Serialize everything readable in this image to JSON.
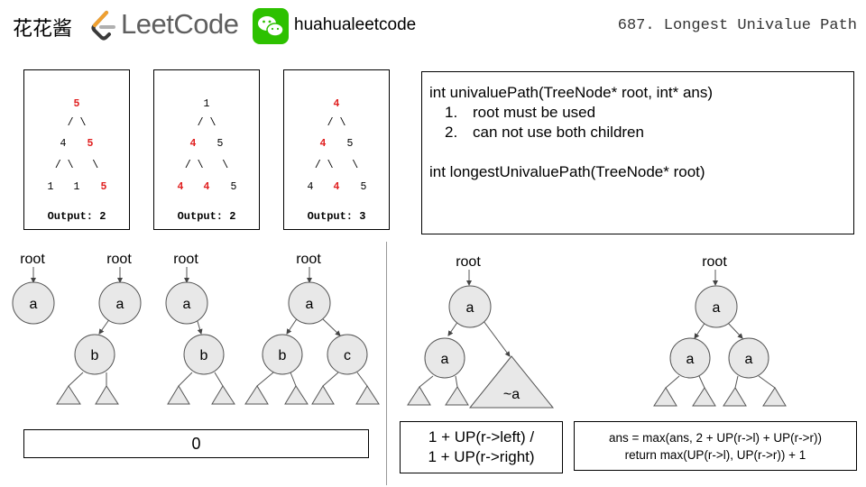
{
  "header": {
    "brand_cn": "花花酱",
    "leetcode_text": "LeetCode",
    "wechat_handle": "huahualeetcode",
    "problem_title": "687. Longest Univalue Path"
  },
  "examples": [
    {
      "rows": [
        [
          {
            "t": "5",
            "red": true
          }
        ],
        [
          {
            "t": "/ \\"
          }
        ],
        [
          {
            "t": "4"
          },
          {
            "t": "5",
            "red": true
          }
        ],
        [
          {
            "t": "/ \\   \\"
          }
        ],
        [
          {
            "t": "1"
          },
          {
            "t": "1"
          },
          {
            "t": "5",
            "red": true
          }
        ]
      ],
      "output": "Output: 2"
    },
    {
      "rows": [
        [
          {
            "t": "1"
          }
        ],
        [
          {
            "t": "/ \\"
          }
        ],
        [
          {
            "t": "4",
            "red": true
          },
          {
            "t": "5"
          }
        ],
        [
          {
            "t": "/ \\   \\"
          }
        ],
        [
          {
            "t": "4",
            "red": true
          },
          {
            "t": "4",
            "red": true
          },
          {
            "t": "5"
          }
        ]
      ],
      "output": "Output: 2"
    },
    {
      "rows": [
        [
          {
            "t": "4",
            "red": true
          }
        ],
        [
          {
            "t": "/ \\"
          }
        ],
        [
          {
            "t": "4",
            "red": true
          },
          {
            "t": "5"
          }
        ],
        [
          {
            "t": "/ \\   \\"
          }
        ],
        [
          {
            "t": "4"
          },
          {
            "t": "4",
            "red": true
          },
          {
            "t": "5"
          }
        ]
      ],
      "output": "Output: 3"
    }
  ],
  "code": {
    "line1": "int univaluePath(TreeNode* root, int* ans)",
    "items": [
      "root must be used",
      "can not use both children"
    ],
    "line2": "int longestUnivaluePath(TreeNode* root)"
  },
  "diagrams": {
    "root_label": "root",
    "node_a": "a",
    "node_b": "b",
    "node_c": "c",
    "subtree_label": "~a"
  },
  "results": {
    "left": "0",
    "middle_line1": "1 + UP(r->left) /",
    "middle_line2": "1 + UP(r->right)",
    "right_line1": "ans = max(ans, 2 + UP(r->l) + UP(r->r))",
    "right_line2": "return max(UP(r->l), UP(r->r)) + 1"
  },
  "colors": {
    "node_fill": "#e8e8e8",
    "highlight": "#e02020",
    "leetcode_orange": "#f0a030"
  }
}
